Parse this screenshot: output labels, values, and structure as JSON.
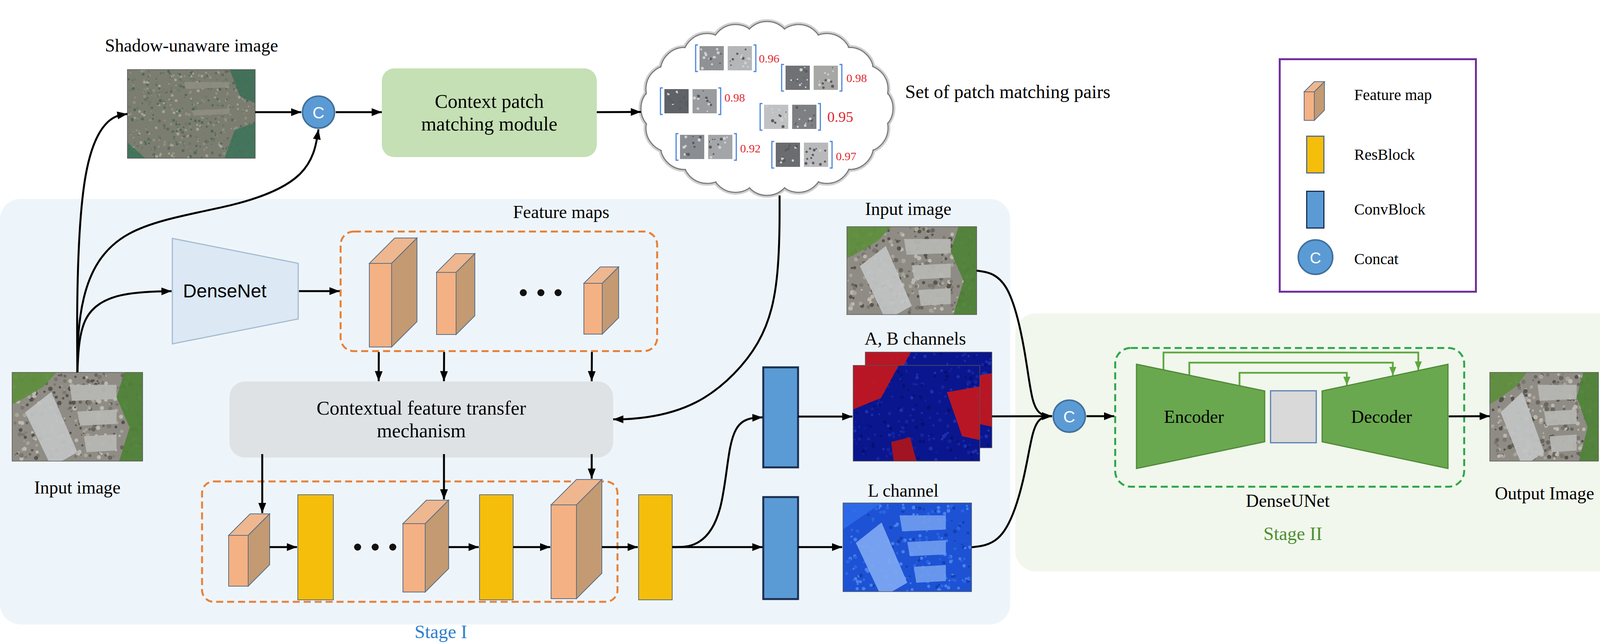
{
  "diagram": {
    "nodes": [
      {
        "text": [
          "Shadow-unaware image"
        ]
      },
      {
        "text": [
          "C"
        ]
      },
      {
        "text": [
          "Context patch matching module"
        ]
      },
      {
        "text": [
          "Set of patch matching pairs",
          "0.96",
          "0.98",
          "0.98",
          "0.95",
          "0.92",
          "0.97"
        ]
      },
      {
        "text": [
          "Stage I"
        ]
      },
      {
        "text": [
          "Input image"
        ],
        "in": 4
      },
      {
        "text": [
          "DenseNet"
        ],
        "in": 4
      },
      {
        "text": [
          "Feature maps"
        ],
        "in": 4
      },
      {
        "text": [
          "Contextual feature transfer mechanism"
        ],
        "in": 4
      },
      {
        "text": [
          "Input image"
        ],
        "in": 4
      },
      {
        "text": [
          "A, B channels"
        ],
        "in": 4
      },
      {
        "text": [
          "L channel"
        ],
        "in": 4
      },
      {
        "text": [
          "Stage II"
        ]
      },
      {
        "text": [
          "C"
        ],
        "in": 12
      },
      {
        "text": [
          "DenseUNet"
        ],
        "in": 12
      },
      {
        "text": [
          "Encoder"
        ],
        "in": 14
      },
      {
        "text": [
          "Decoder"
        ],
        "in": 14
      },
      {
        "text": [
          "Output Image"
        ],
        "in": 12
      }
    ],
    "edges": [
      {
        "from": 5,
        "to": 0,
        "arrow": "to"
      },
      {
        "from": 5,
        "to": 1,
        "arrow": "to"
      },
      {
        "from": 5,
        "to": 6,
        "arrow": "to"
      },
      {
        "from": 0,
        "to": 1,
        "arrow": "to"
      },
      {
        "from": 1,
        "to": 2,
        "arrow": "to"
      },
      {
        "from": 2,
        "to": 3,
        "arrow": "to"
      },
      {
        "from": 3,
        "to": 8,
        "arrow": "to"
      },
      {
        "from": 6,
        "to": 7,
        "arrow": "to"
      },
      {
        "from": 7,
        "to": 8,
        "arrow": "to"
      },
      {
        "from": 7,
        "to": 8,
        "arrow": "to"
      },
      {
        "from": 7,
        "to": 8,
        "arrow": "to"
      },
      {
        "from": 9,
        "to": 13,
        "arrow": "to"
      },
      {
        "from": 10,
        "to": 13,
        "arrow": "to"
      },
      {
        "from": 11,
        "to": 13,
        "arrow": "to"
      },
      {
        "from": 13,
        "to": 14,
        "arrow": "to"
      },
      {
        "from": 15,
        "to": 16,
        "arrow": "to"
      },
      {
        "from": 15,
        "to": 16,
        "arrow": "to"
      },
      {
        "from": 15,
        "to": 16,
        "arrow": "to"
      },
      {
        "from": 16,
        "to": 17,
        "arrow": "to"
      }
    ],
    "labels": [
      "C"
    ],
    "legend": [
      {
        "text": "Feature map"
      },
      {
        "text": "ResBlock",
        "color": "#f5be0b"
      },
      {
        "text": "ConvBlock",
        "color": "#5b9bd5"
      },
      {
        "text": "Concat"
      }
    ]
  }
}
